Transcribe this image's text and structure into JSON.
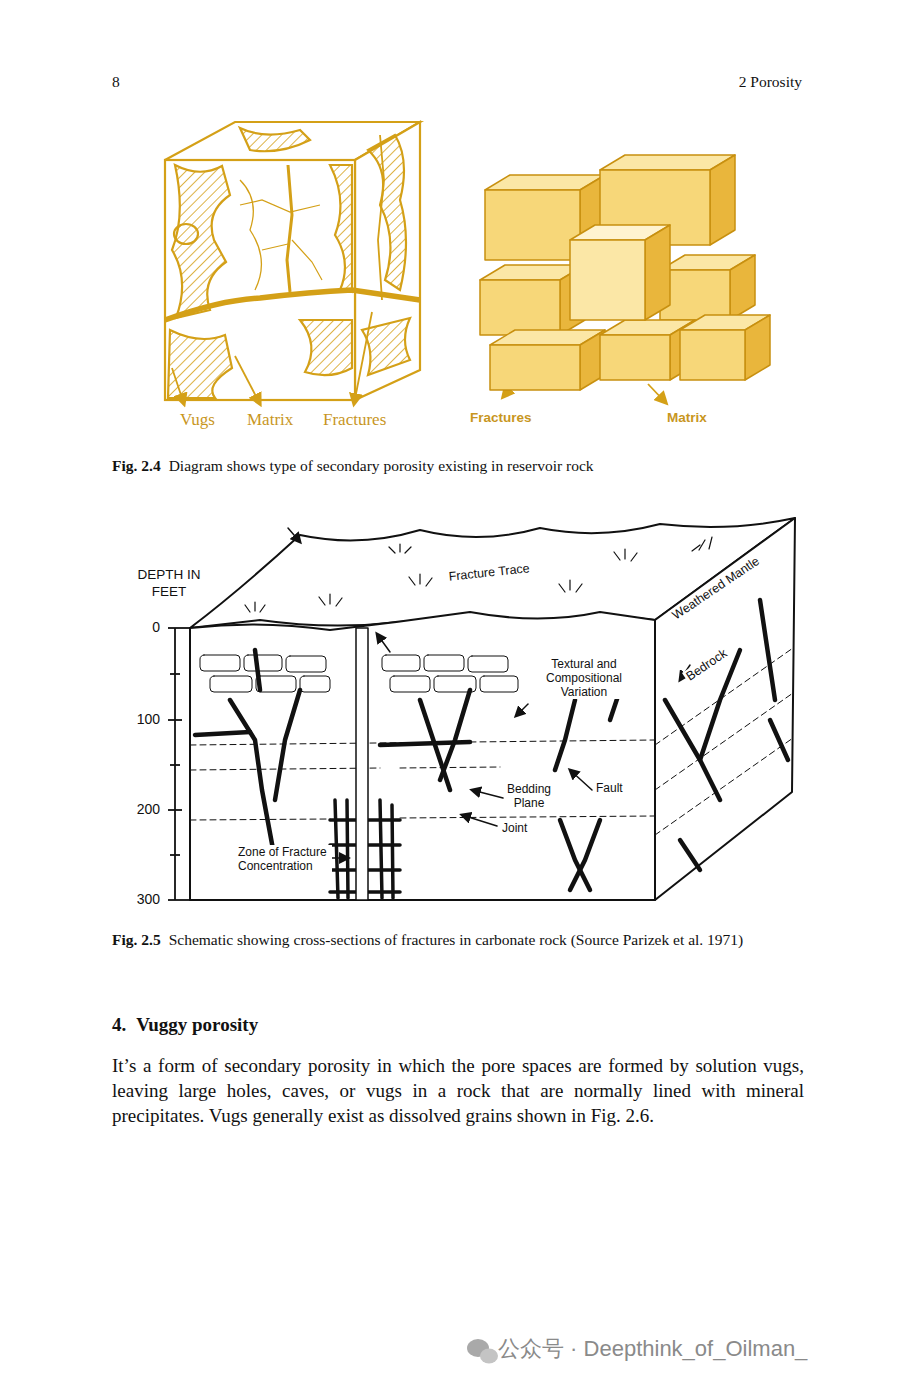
{
  "diagram": {
    "labels": [
      "8",
      "2 Porosity",
      "Vugs",
      "Matrix",
      "Fractures",
      "Fractures",
      "Matrix",
      "Fig. 2.4",
      "Diagram shows type of secondary porosity existing in reservoir rock",
      "DEPTH IN FEET",
      "0",
      "100",
      "200",
      "300",
      "Fracture Trace",
      "Weathered Mantle",
      "Bedrock",
      "Textural and Compositional Variation",
      "Bedding Plane",
      "Fault",
      "Joint",
      "Zone of Fracture Concentration",
      "Fig. 2.5",
      "Schematic showing cross-sections of fractures in carbonate rock (Source Parizek et al. 1971)",
      "4.",
      "Vuggy porosity",
      "It’s a form of secondary porosity in which the pore spaces are formed by solution vugs, leaving large holes, caves, or vugs in a rock that are normally lined with mineral precipitates. Vugs generally exist as dissolved grains shown in Fig. 2.6.",
      "公众号 · Deepthink_of_Oilman_"
    ]
  }
}
